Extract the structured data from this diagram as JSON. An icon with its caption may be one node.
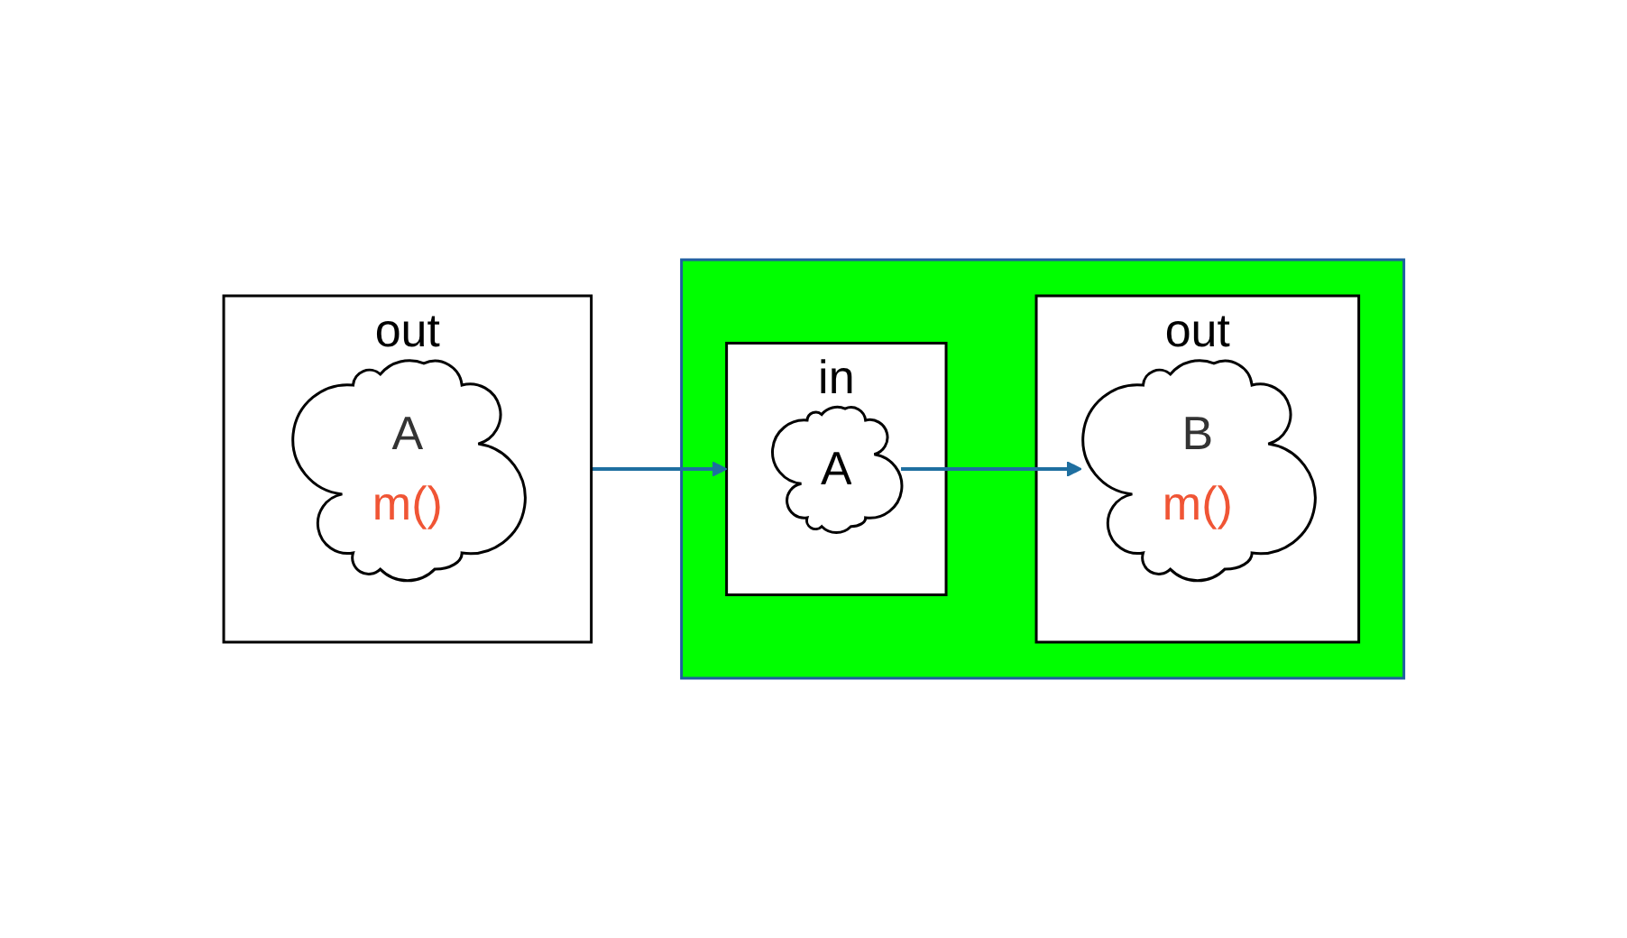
{
  "diagram": {
    "nodes": [
      {
        "text": [
          "out"
        ]
      },
      {
        "text": [
          "A",
          "m()"
        ],
        "in": 0
      },
      {
        "text": [],
        "shape": "box"
      },
      {
        "text": [
          "in"
        ],
        "in": 2
      },
      {
        "text": [
          "A"
        ],
        "in": 3
      },
      {
        "text": [
          "out"
        ],
        "in": 2
      },
      {
        "text": [
          "B",
          "m()"
        ],
        "in": 5
      }
    ],
    "edges": [
      {
        "from": 0,
        "to": 3,
        "arrow": "to"
      },
      {
        "from": 4,
        "to": 6,
        "arrow": "to"
      }
    ]
  }
}
